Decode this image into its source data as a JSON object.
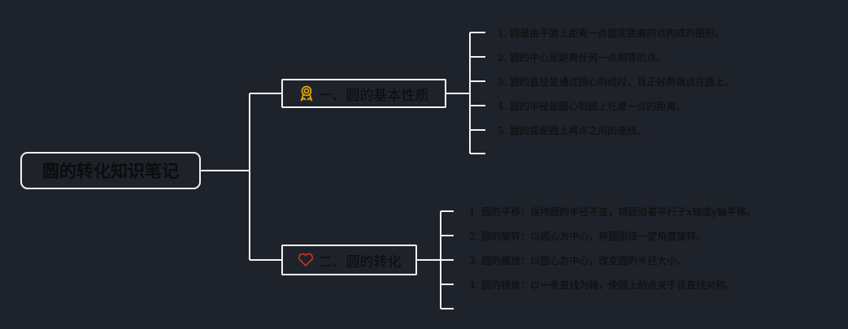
{
  "root": {
    "label": "圆的转化知识笔记"
  },
  "branches": [
    {
      "label": "一、圆的基本性质",
      "icon": "award-icon",
      "icon_color": "#e0a800",
      "items": [
        "1. 圆是由平面上距离一点固定距离的点构成的图形。",
        "2. 圆的中心是距离任何一点相等的点。",
        "3. 圆的直径是通过圆心的线段，且正好两端点在圆上。",
        "4. 圆的半径是圆心到圆上任意一点的距离。",
        "5. 圆的弧是圆上两点之间的连线。"
      ]
    },
    {
      "label": "二、圆的转化",
      "icon": "heart-icon",
      "icon_color": "#c0321e",
      "items": [
        "1. 圆的平移：保持圆的半径不变，将圆沿着平行于x轴或y轴平移。",
        "2. 圆的旋转：以圆心为中心，将圆围绕一定角度旋转。",
        "3. 圆的缩放：以圆心为中心，改变圆的半径大小。",
        "4. 圆的镜像：以一条直线为轴，使圆上的点关于该直线对称。"
      ]
    }
  ]
}
